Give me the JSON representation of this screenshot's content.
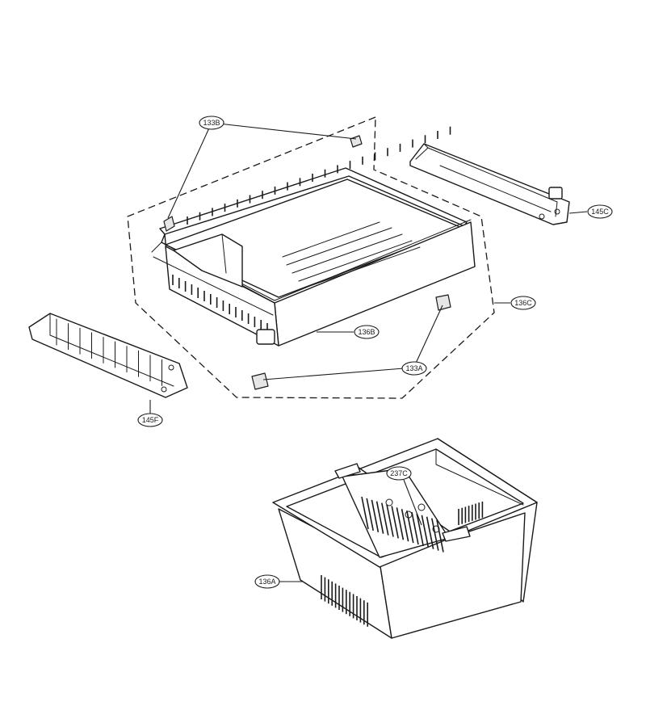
{
  "labels": {
    "l133B": "133B",
    "l145C": "145C",
    "l136C": "136C",
    "l136B": "136B",
    "l133A": "133A",
    "l145F": "145F",
    "l237C": "237C",
    "l136A": "136A"
  }
}
